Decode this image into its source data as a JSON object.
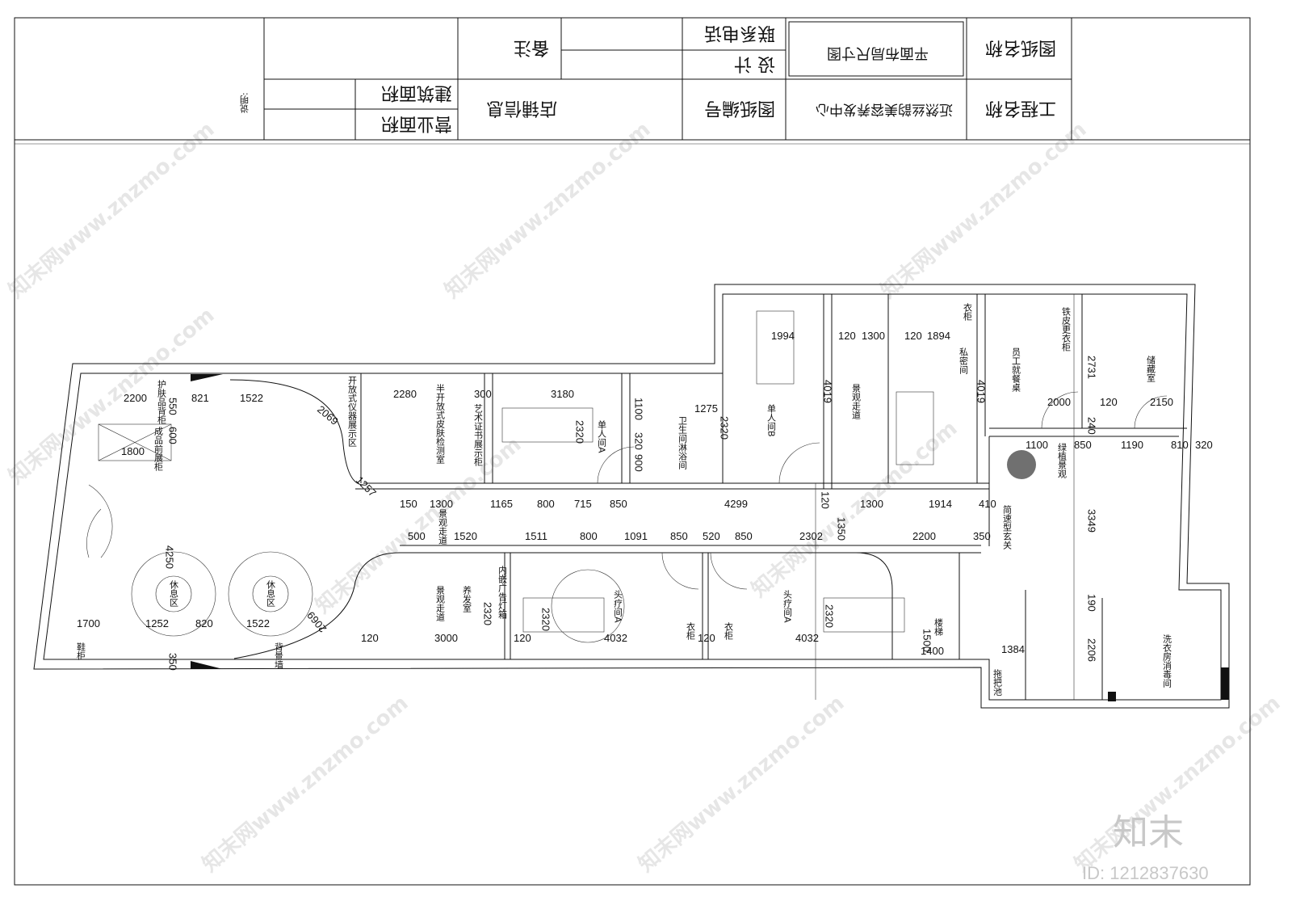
{
  "title_block": {
    "drawing_name_label": "图纸名称",
    "drawing_name": "平面布局尺寸图",
    "project_name_label": "工程名称",
    "project_name": "近然丝韵美容养发中心",
    "phone_label": "联系电话",
    "designer_label": "设  计",
    "drawing_no_label": "图纸编号",
    "remarks_label": "备注",
    "shop_info_label": "店铺信息",
    "building_area_label": "建筑面积",
    "business_area_label": "营业面积",
    "notes_label": "说明:"
  },
  "rooms": {
    "skin_cabinet": "护肤品背柜",
    "open_display": "开放式仪器展示区",
    "product_cabinet": "成品前展柜",
    "rest_area": "休息区",
    "shoe_cabinet": "鞋柜",
    "back_bench": "背景墙",
    "skin_test": "半开放式皮肤检测室",
    "art_display": "艺术证书展示柜",
    "single_a": "单人间A",
    "bathroom": "卫生间淋浴间",
    "single_b": "单人间B",
    "corridor": "景观走道",
    "private": "私密间",
    "wardrobe": "衣柜",
    "staff_locker": "铁皮更衣柜",
    "staff_dining": "员工就餐桌",
    "storage": "储藏室",
    "landscape": "绿植景观",
    "entry": "简速型玄关",
    "hair_room": "养发室",
    "light_box": "内嵌广告灯箱",
    "head_spa_1": "头疗间A",
    "head_spa_2": "头疗间A",
    "stairs": "楼梯",
    "laundry": "洗衣房消毒间",
    "mop": "拖把池",
    "corridor_lower": "景观走道",
    "cabinet": "柜"
  },
  "dimensions": [
    "2200",
    "821",
    "1522",
    "550",
    "600",
    "1800",
    "2069",
    "1257",
    "4250",
    "1700",
    "1252",
    "820",
    "1522",
    "350",
    "2069",
    "2280",
    "300",
    "3180",
    "1100",
    "320",
    "900",
    "2320",
    "1275",
    "2320",
    "1994",
    "120",
    "1300",
    "120",
    "1894",
    "4019",
    "4019",
    "2731",
    "2000",
    "120",
    "2150",
    "240",
    "1100",
    "850",
    "1190",
    "810",
    "320",
    "150",
    "1300",
    "1165",
    "800",
    "715",
    "850",
    "4299",
    "120",
    "1300",
    "1914",
    "410",
    "3349",
    "500",
    "1520",
    "1511",
    "800",
    "1091",
    "850",
    "520",
    "850",
    "2302",
    "1350",
    "2200",
    "350",
    "190",
    "120",
    "3000",
    "2320",
    "120",
    "2320",
    "4032",
    "120",
    "2320",
    "4032",
    "1500",
    "1400",
    "1384",
    "2206"
  ],
  "watermark": {
    "text": "知末网www.znzmo.com",
    "brand": "知末",
    "id": "ID: 1212837630"
  }
}
